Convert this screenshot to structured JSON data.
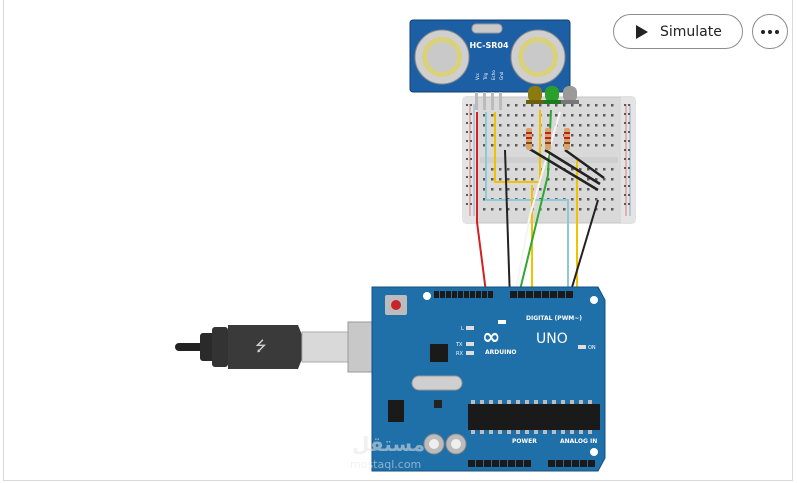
{
  "toolbar": {
    "simulate_label": "Simulate",
    "simulate_icon": "play-icon",
    "more_icon": "more-options-icon"
  },
  "sensor": {
    "label": "HC-SR04",
    "pins": [
      "Vcc",
      "Trig",
      "Echo",
      "Gnd"
    ]
  },
  "arduino": {
    "brand": "ARDUINO",
    "model": "UNO",
    "digital_label": "DIGITAL (PWM~)",
    "power_label": "POWER",
    "analog_label": "ANALOG IN",
    "on_label": "ON",
    "tx_label": "TX",
    "rx_label": "RX",
    "l_label": "L"
  },
  "watermark": {
    "text": "mostaql.com"
  },
  "colors": {
    "board": "#1f6fa8",
    "sensor_board": "#1d5fa5",
    "breadboard": "#dcdcdc",
    "wire_red": "#d32020",
    "wire_yellow": "#f2c200",
    "wire_green": "#2ea82e",
    "wire_black": "#222222",
    "wire_white": "#f2f2f2",
    "wire_lightblue": "#8ec9d8"
  }
}
